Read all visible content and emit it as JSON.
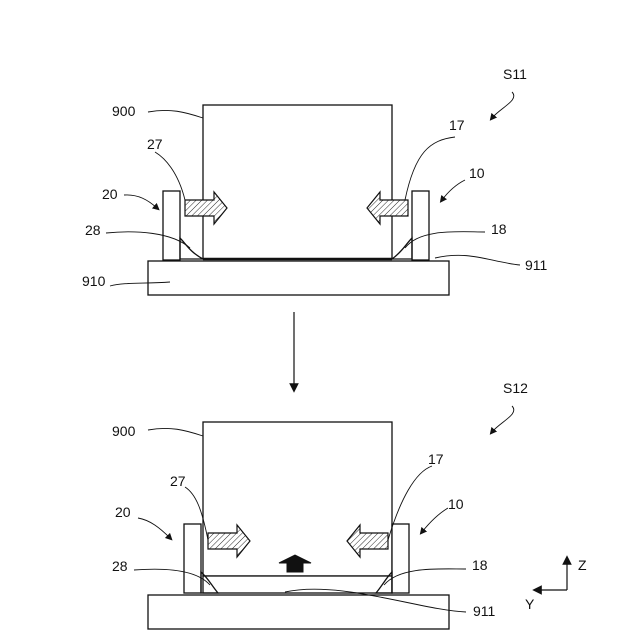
{
  "step1": {
    "step_label": "S11",
    "labels": {
      "workpiece": "900",
      "base": "910",
      "surface": "911",
      "left_holder": "20",
      "left_pusher": "27",
      "left_foot": "28",
      "right_holder": "10",
      "right_pusher": "17",
      "right_foot": "18"
    }
  },
  "step2": {
    "step_label": "S12",
    "labels": {
      "workpiece": "900",
      "surface": "911",
      "left_holder": "20",
      "left_pusher": "27",
      "left_foot": "28",
      "right_holder": "10",
      "right_pusher": "17",
      "right_foot": "18"
    }
  },
  "axes": {
    "z_label": "Z",
    "y_label": "Y"
  },
  "colors": {
    "line": "#111111",
    "background": "#ffffff"
  }
}
